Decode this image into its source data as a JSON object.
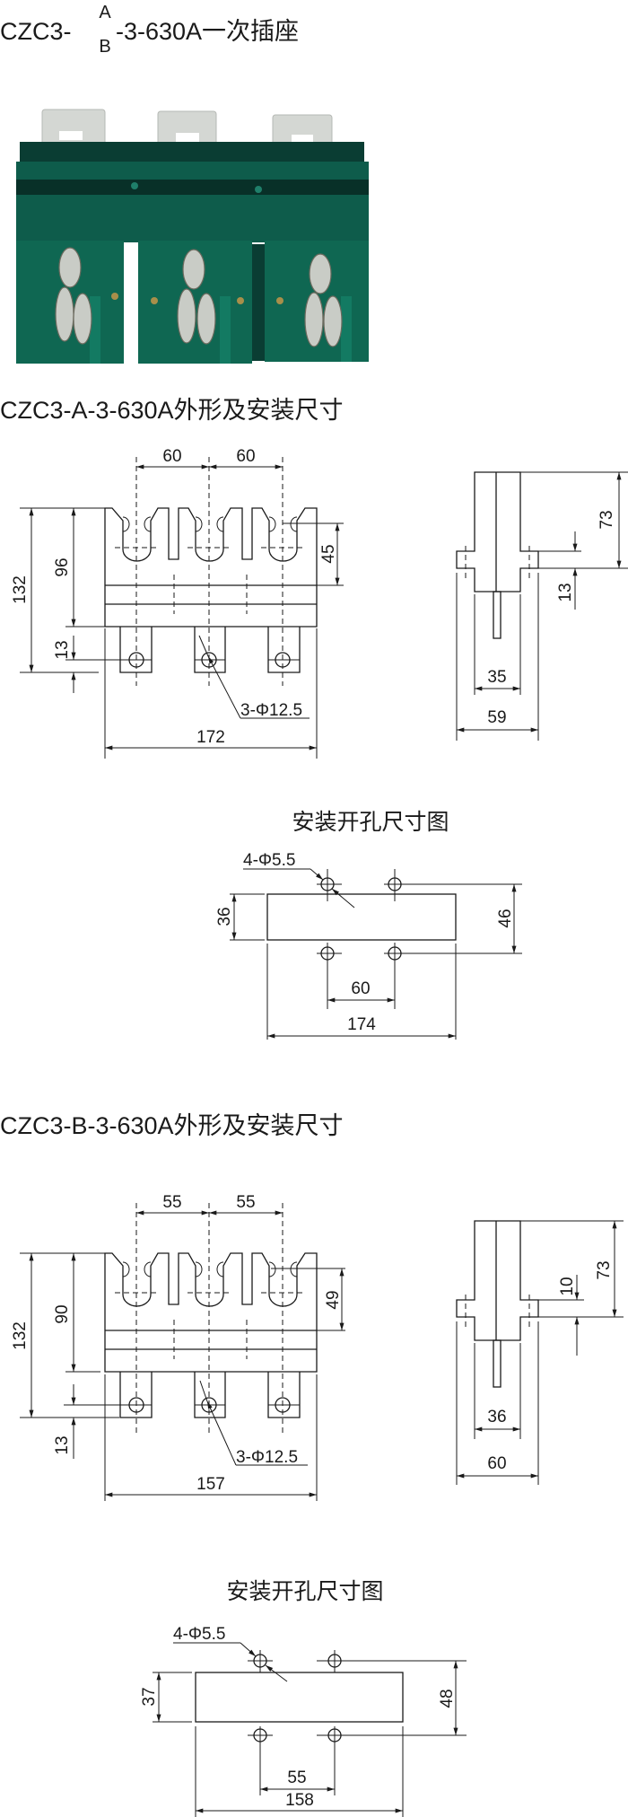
{
  "header": {
    "title_prefix": "CZC3-",
    "title_variant_top": "A",
    "title_variant_bottom": "B",
    "title_suffix": "-3-630A一次插座"
  },
  "section_a": {
    "title": "CZC3-A-3-630A外形及安装尺寸",
    "front": {
      "pitch_left": "60",
      "pitch_right": "60",
      "overall_height": "132",
      "body_height": "96",
      "contact_depth": "45",
      "terminal_offset": "13",
      "hole_spec": "3-Φ12.5",
      "overall_width": "172"
    },
    "side": {
      "height": "73",
      "lug_offset": "13",
      "body_width": "35",
      "overall_width": "59"
    },
    "cutout": {
      "title": "安装开孔尺寸图",
      "hole_spec": "4-Φ5.5",
      "opening_height": "36",
      "hole_vertical_pitch": "46",
      "hole_pitch": "60",
      "opening_width": "174"
    }
  },
  "section_b": {
    "title": "CZC3-B-3-630A外形及安装尺寸",
    "front": {
      "pitch_left": "55",
      "pitch_right": "55",
      "overall_height": "132",
      "body_height": "90",
      "contact_depth": "49",
      "terminal_offset": "13",
      "hole_spec": "3-Φ12.5",
      "overall_width": "157"
    },
    "side": {
      "height": "73",
      "lug_offset": "10",
      "body_width": "36",
      "overall_width": "60"
    },
    "cutout": {
      "title": "安装开孔尺寸图",
      "hole_spec": "4-Φ5.5",
      "opening_height": "37",
      "hole_vertical_pitch": "48",
      "hole_pitch": "55",
      "opening_width": "158"
    }
  },
  "colors": {
    "line": "#1a1a1a",
    "housing_dark": "#0a3d33",
    "housing": "#0e5c4b",
    "housing_light": "#137a62",
    "contact_silver": "#d9dcd8"
  }
}
